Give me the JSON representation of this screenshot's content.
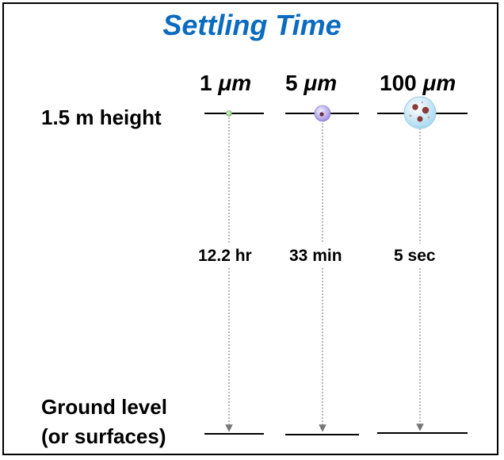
{
  "title": "Settling Time",
  "height_label": "1.5 m height",
  "ground_label_line1": "Ground level",
  "ground_label_line2": "(or surfaces)",
  "particles": [
    {
      "size_num": "1",
      "size_unit": "μm",
      "time": "12.2 hr"
    },
    {
      "size_num": "5",
      "size_unit": "μm",
      "time": "33 min"
    },
    {
      "size_num": "100",
      "size_unit": "μm",
      "time": "5 sec"
    }
  ],
  "colors": {
    "title": "#0b6bbf",
    "particle_small": "#9fd48a",
    "particle_medium": "#b9a7e8",
    "particle_large": "#cfeaf7",
    "particle_core": "#8b3a3a"
  }
}
